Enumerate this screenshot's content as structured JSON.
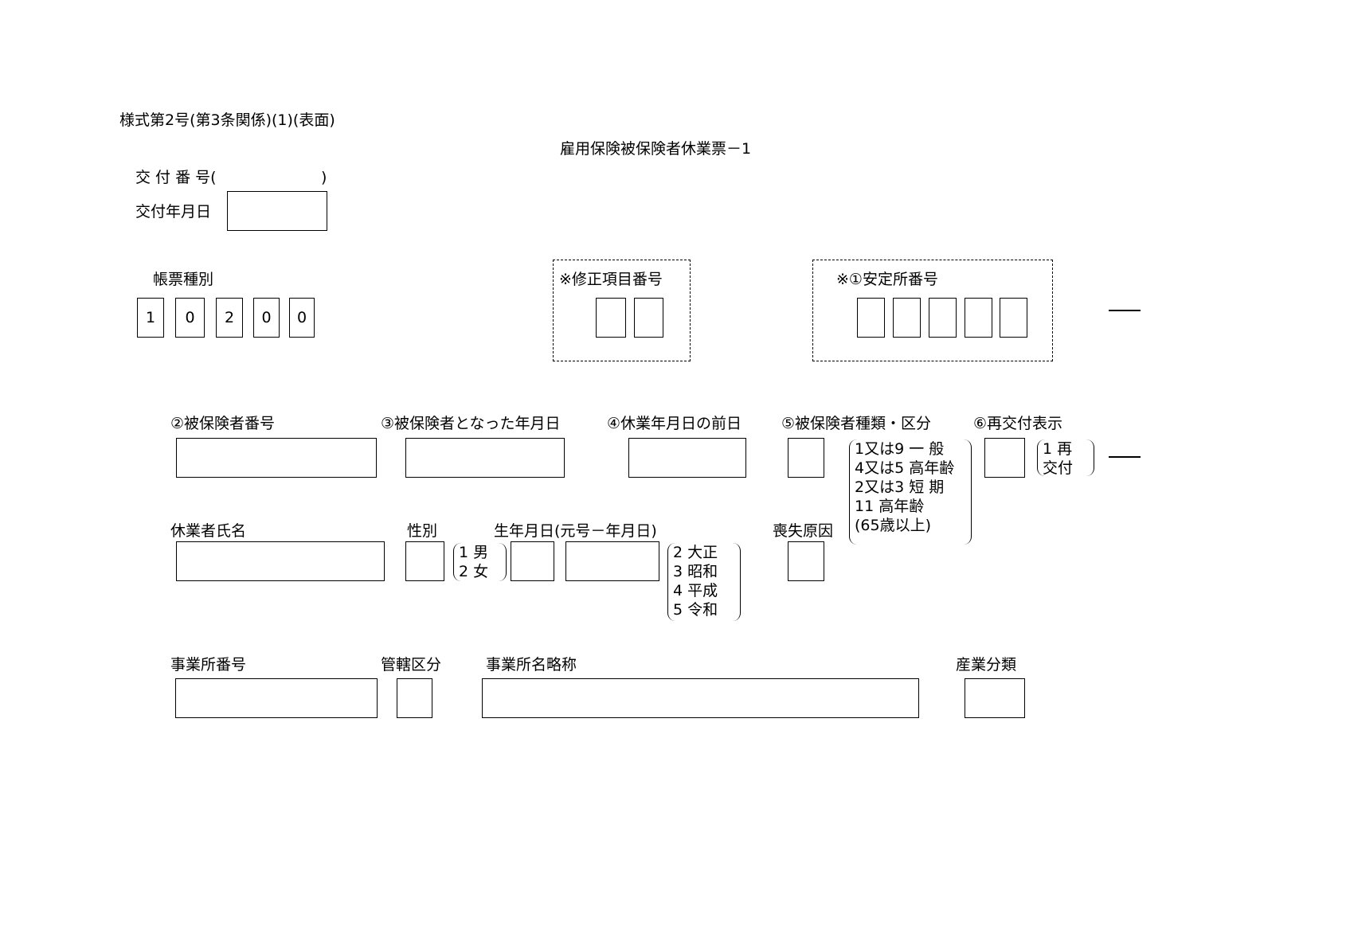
{
  "form_ref": "様式第2号(第3条関係)(1)(表面)",
  "title": "雇用保険被保険者休業票－1",
  "issue": {
    "number_label": "交 付 番 号(",
    "number_close": ")",
    "date_label": "交付年月日"
  },
  "form_type": {
    "label": "帳票種別",
    "digits": [
      "1",
      "0",
      "2",
      "0",
      "0"
    ]
  },
  "correction": {
    "label": "※修正項目番号"
  },
  "office_no": {
    "label": "※①安定所番号"
  },
  "separator": "——",
  "row2": {
    "insured_no": "②被保険者番号",
    "became_date": "③被保険者となった年月日",
    "leave_prev_day": "④休業年月日の前日",
    "insured_type": "⑤被保険者種類・区分",
    "reissue": "⑥再交付表示"
  },
  "insured_type_options": [
    "1又は9 一 般",
    "4又は5 高年齢",
    "2又は3 短 期",
    "11 高年齢",
    "(65歳以上)"
  ],
  "reissue_options": [
    "1 再",
    "交付"
  ],
  "row3": {
    "name": "休業者氏名",
    "sex": "性別",
    "birth": "生年月日(元号－年月日)",
    "loss_reason": "喪失原因"
  },
  "sex_options": [
    "1 男",
    "2 女"
  ],
  "era_options": [
    "2 大正",
    "3 昭和",
    "4 平成",
    "5 令和"
  ],
  "row4": {
    "office_number": "事業所番号",
    "jurisdiction": "管轄区分",
    "office_name": "事業所名略称",
    "industry": "産業分類"
  }
}
